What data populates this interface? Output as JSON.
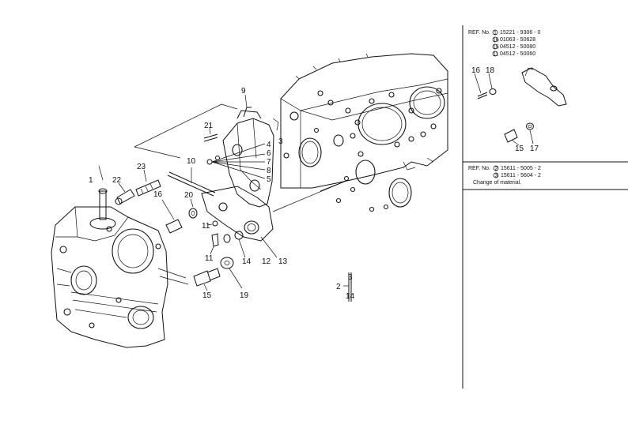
{
  "callouts": {
    "c1": "1",
    "c2": "2",
    "c3": "3",
    "c4": "4",
    "c5": "5",
    "c6": "6",
    "c7": "7",
    "c8": "8",
    "c9": "9",
    "c10": "10",
    "c11": "11",
    "c12": "12",
    "c13": "13",
    "c14": "14",
    "c15": "15",
    "c16": "16",
    "c17": "17",
    "c18": "18",
    "c19": "19",
    "c20": "20",
    "c21": "21",
    "c22": "22",
    "c23": "23",
    "c2b": "2",
    "c3b": "3",
    "c14b": "14"
  },
  "ref_box_top": {
    "prefix": "REF. No.",
    "lines": [
      {
        "num": "1",
        "code": "15221 - 9306 - 0"
      },
      {
        "num": "16",
        "code": "01063 - 50628"
      },
      {
        "num": "15",
        "code": "04512 - 50080"
      },
      {
        "num": "11",
        "code": "04512 - 50060"
      }
    ],
    "labels": {
      "l16": "16",
      "l18": "18",
      "l15": "15",
      "l17": "17"
    }
  },
  "ref_box_bottom": {
    "prefix": "REF. No.",
    "lines": [
      {
        "num": "2",
        "code": "15611 - 5005 - 2"
      },
      {
        "num": "3",
        "code": "15611 - 5604 - 2"
      }
    ],
    "note": "Change of material."
  }
}
